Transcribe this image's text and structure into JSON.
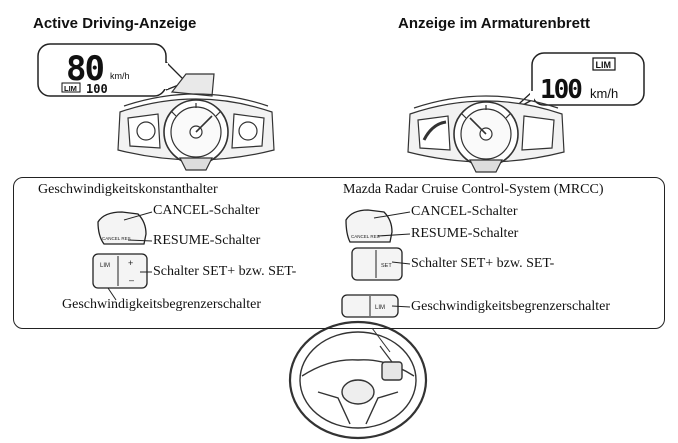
{
  "headings": {
    "left": "Active Driving-Anzeige",
    "right": "Anzeige im Armaturenbrett"
  },
  "active_display": {
    "speed": "80",
    "unit": "km/h",
    "lim_badge": "LIM",
    "limit_value": "100"
  },
  "cluster_display": {
    "lim_badge": "LIM",
    "limit_value": "100",
    "unit": "km/h"
  },
  "left_panel": {
    "title": "Geschwindigkeitskonstanthalter",
    "cancel": "CANCEL-Schalter",
    "resume": "RESUME-Schalter",
    "set": "Schalter SET+ bzw. SET-",
    "limiter": "Geschwindigkeitsbegrenzerschalter",
    "switch_cancel_text": "CANCEL RES",
    "switch_lim_text": "LIM",
    "switch_set_plus": "+",
    "switch_set_minus": "–"
  },
  "right_panel": {
    "title": "Mazda Radar Cruise Control-System (MRCC)",
    "cancel": "CANCEL-Schalter",
    "resume": "RESUME-Schalter",
    "set": "Schalter SET+ bzw. SET-",
    "limiter": "Geschwindigkeitsbegrenzerschalter",
    "switch_cancel_text": "CANCEL RES",
    "switch_set_text": "SET",
    "switch_lim_text": "LIM"
  }
}
